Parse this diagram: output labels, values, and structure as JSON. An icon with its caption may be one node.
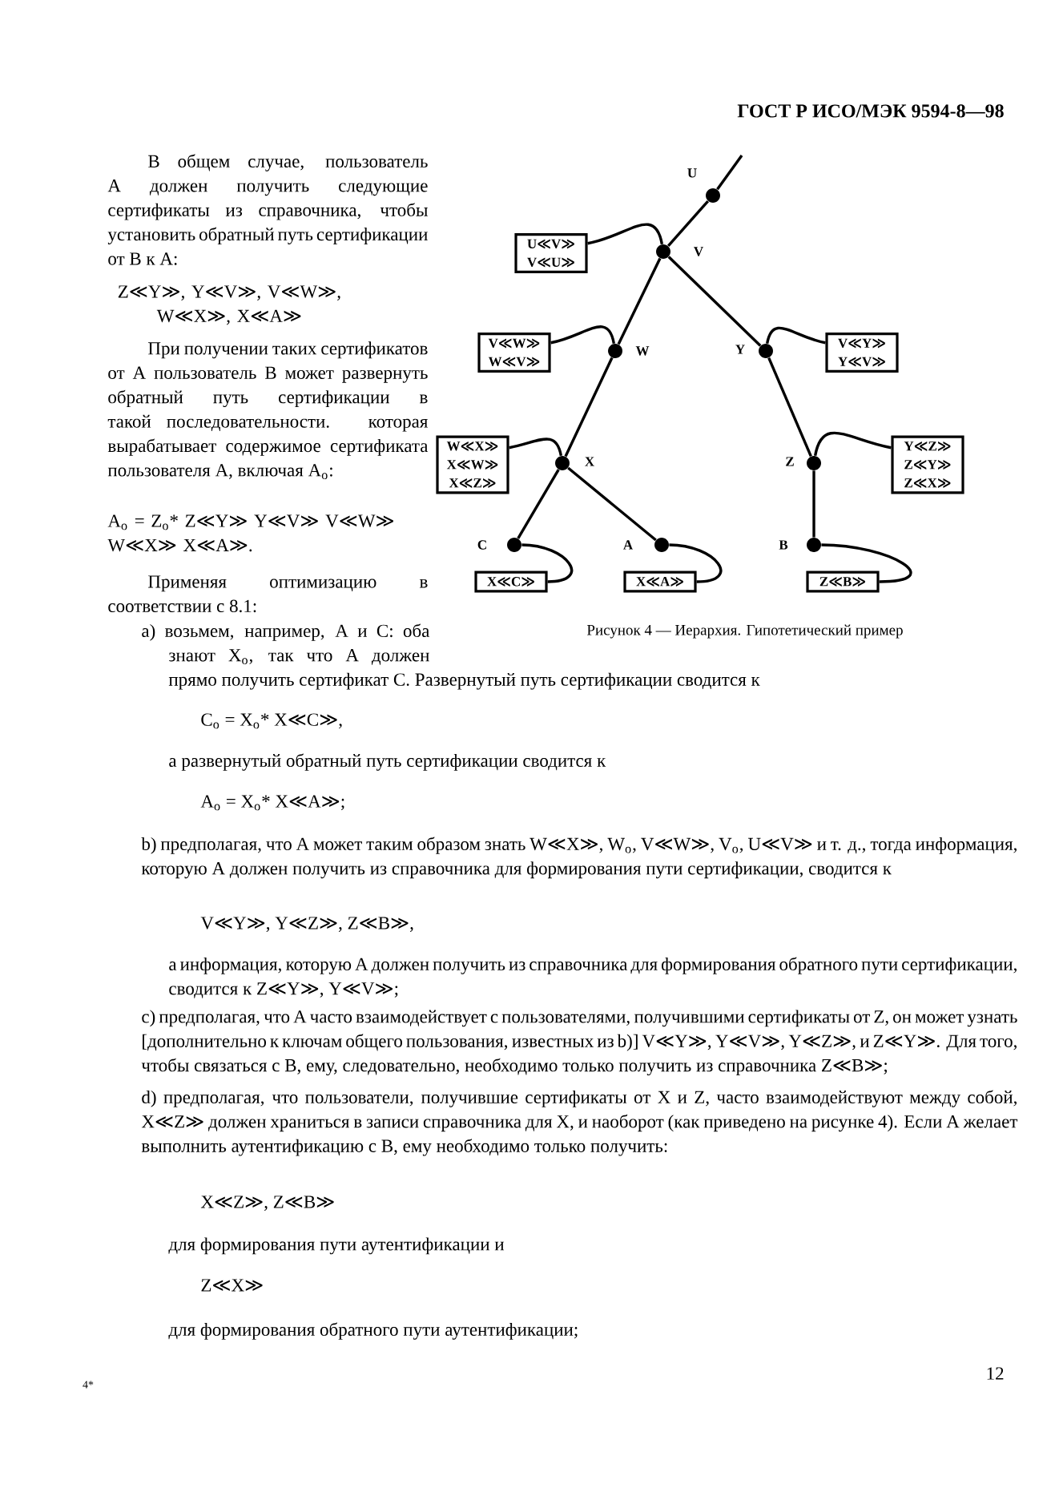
{
  "diagram": {
    "caption": "Рисунок 4 — Иерархия. Гипотетический пример",
    "nodes": [
      {
        "text": [],
        "shape": "circle",
        "beside": [
          "U"
        ]
      },
      {
        "text": [
          "U≪V≫",
          "V≪U≫"
        ]
      },
      {
        "text": [],
        "shape": "circle",
        "beside": [
          "V"
        ]
      },
      {
        "text": [
          "V≪W≫",
          "W≪V≫"
        ]
      },
      {
        "text": [],
        "shape": "circle",
        "beside": [
          "W"
        ]
      },
      {
        "text": [],
        "shape": "circle",
        "beside": [
          "Y"
        ]
      },
      {
        "text": [
          "V≪Y≫",
          "Y≪V≫"
        ]
      },
      {
        "text": [
          "W≪X≫",
          "X≪W≫",
          "X≪Z≫"
        ]
      },
      {
        "text": [],
        "shape": "circle",
        "beside": [
          "X"
        ]
      },
      {
        "text": [],
        "shape": "circle",
        "beside": [
          "Z"
        ]
      },
      {
        "text": [
          "Y≪Z≫",
          "Z≪Y≫",
          "Z≪X≫"
        ]
      },
      {
        "text": [],
        "shape": "circle",
        "beside": [
          "C"
        ]
      },
      {
        "text": [],
        "shape": "circle",
        "beside": [
          "A"
        ]
      },
      {
        "text": [],
        "shape": "circle",
        "beside": [
          "B"
        ]
      },
      {
        "text": [
          "X≪C≫"
        ]
      },
      {
        "text": [
          "X≪A≫"
        ]
      },
      {
        "text": [
          "Z≪B≫"
        ]
      }
    ],
    "edges": [
      {
        "from": null,
        "to": 0,
        "arrow": "none"
      },
      {
        "from": 0,
        "to": 2,
        "arrow": "none"
      },
      {
        "from": 2,
        "to": 4,
        "arrow": "none"
      },
      {
        "from": 2,
        "to": 5,
        "arrow": "none"
      },
      {
        "from": 4,
        "to": 8,
        "arrow": "none"
      },
      {
        "from": 8,
        "to": 11,
        "arrow": "none"
      },
      {
        "from": 8,
        "to": 12,
        "arrow": "none"
      },
      {
        "from": 5,
        "to": 9,
        "arrow": "none"
      },
      {
        "from": 9,
        "to": 13,
        "arrow": "none"
      },
      {
        "from": 2,
        "to": 1,
        "arrow": "none"
      },
      {
        "from": 4,
        "to": 3,
        "arrow": "none"
      },
      {
        "from": 5,
        "to": 6,
        "arrow": "none"
      },
      {
        "from": 8,
        "to": 7,
        "arrow": "none"
      },
      {
        "from": 9,
        "to": 10,
        "arrow": "none"
      },
      {
        "from": 11,
        "to": 14,
        "arrow": "none"
      },
      {
        "from": 12,
        "to": 15,
        "arrow": "none"
      },
      {
        "from": 13,
        "to": 16,
        "arrow": "none"
      }
    ],
    "labels": [
      "ГОСТ Р ИСО/МЭК 9594-8—98",
      "В общем случае, пользователь А должен получить следующие сертификаты из справочника, чтобы установить обратный путь сертификации от В к А:",
      "Z≪Y≫, Y≪V≫, V≪W≫, W≪X≫, X≪A≫",
      "При получении таких сертификатов от А пользователь В может развернуть обратный путь сертификации в такой последовательности. которая вырабатывает содержимое сертификата пользователя А, включая А$_{o}$:",
      "A$_{o}$ = Z$_{o}$* Z≪Y≫ Y≪V≫ V≪W≫ W≪X≫ X≪A≫.",
      "Применяя оптимизацию в соответствии с 8.1:",
      "a) возьмем, например, А и С: оба знают X$_{o}$, так что А должен прямо получить сертификат С. Развернутый путь сертификации сводится к",
      "C$_{o}$ = X$_{o}$* X≪C≫,",
      "а развернутый обратный путь сертификации сводится к",
      "A$_{o}$ = X$_{o}$* X≪A≫;",
      "b) предполагая, что А может таким образом знать W≪X≫, W$_{o}$, V≪W≫, V$_{o}$, U≪V≫ и т. д., тогда информация, которую А должен получить из справочника для формирования пути сертификации, сводится к",
      "V≪Y≫, Y≪Z≫, Z≪B≫,",
      "а информация, которую А должен получить из справочника для формирования обратного пути сертификации, сводится к Z≪Y≫, Y≪V≫;",
      "c) предполагая, что А часто взаимодействует с пользователями, получившими сертификаты от Z, он может узнать [дополнительно к ключам общего пользования, известных из b)] V≪Y≫, Y≪V≫, Y≪Z≫, и Z≪Y≫. Для того, чтобы связаться с В, ему, следовательно, необходимо только получить из справочника Z≪B≫;",
      "d) предполагая, что пользователи, получившие сертификаты от X и Z, часто взаимодействуют между собой, X≪Z≫ должен храниться в записи справочника для X, и наоборот (как приведено на рисунке 4). Если А желает выполнить аутентификацию с В, ему необходимо только получить:",
      "X≪Z≫, Z≪B≫",
      "для формирования пути аутентификации и",
      "Z≪X≫",
      "для формирования обратного пути аутентификации;",
      "4*",
      "12"
    ]
  }
}
